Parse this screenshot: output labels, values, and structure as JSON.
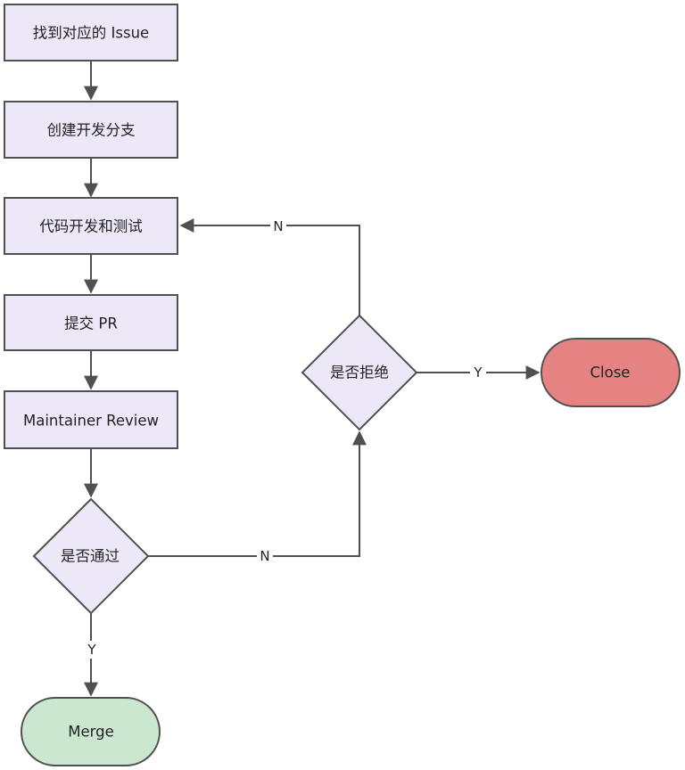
{
  "colors": {
    "node_fill": "#ECE8F8",
    "node_stroke": "#505050",
    "edge": "#505050",
    "merge_fill": "#CBE7CF",
    "close_fill": "#E58383"
  },
  "nodes": {
    "find_issue": "找到对应的 Issue",
    "create_branch": "创建开发分支",
    "code_test": "代码开发和测试",
    "submit_pr": "提交 PR",
    "maintainer_review": "Maintainer Review",
    "is_passed": "是否通过",
    "is_rejected": "是否拒绝",
    "merge": "Merge",
    "close": "Close"
  },
  "edge_labels": {
    "passed_no": "N",
    "passed_yes": "Y",
    "rejected_no": "N",
    "rejected_yes": "Y"
  }
}
